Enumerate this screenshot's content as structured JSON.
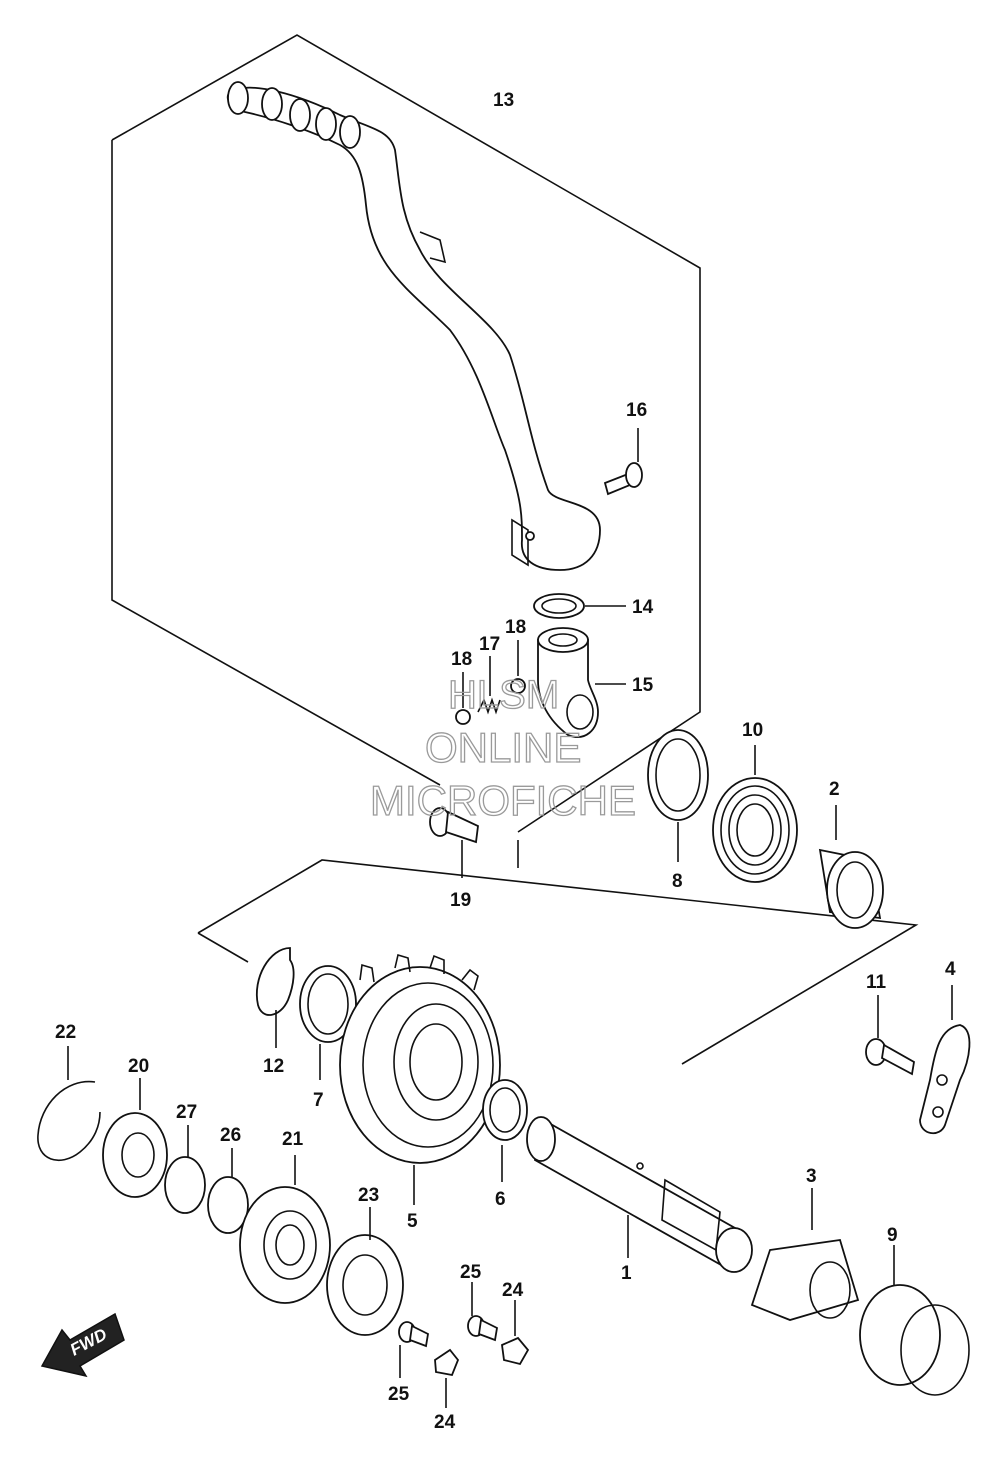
{
  "diagram": {
    "labels": {
      "p1": "1",
      "p2": "2",
      "p3": "3",
      "p4": "4",
      "p5": "5",
      "p6": "6",
      "p7": "7",
      "p8": "8",
      "p9": "9",
      "p10": "10",
      "p11": "11",
      "p12": "12",
      "p13": "13",
      "p14": "14",
      "p15": "15",
      "p16": "16",
      "p17": "17",
      "p18a": "18",
      "p18b": "18",
      "p19": "19",
      "p20": "20",
      "p21": "21",
      "p22": "22",
      "p23": "23",
      "p24a": "24",
      "p24b": "24",
      "p25a": "25",
      "p25b": "25",
      "p26": "26",
      "p27": "27"
    },
    "fwd_label": "FWD",
    "watermark": {
      "line1": "HLSM",
      "line2": "ONLINE",
      "line3": "MICROFICHE"
    }
  }
}
